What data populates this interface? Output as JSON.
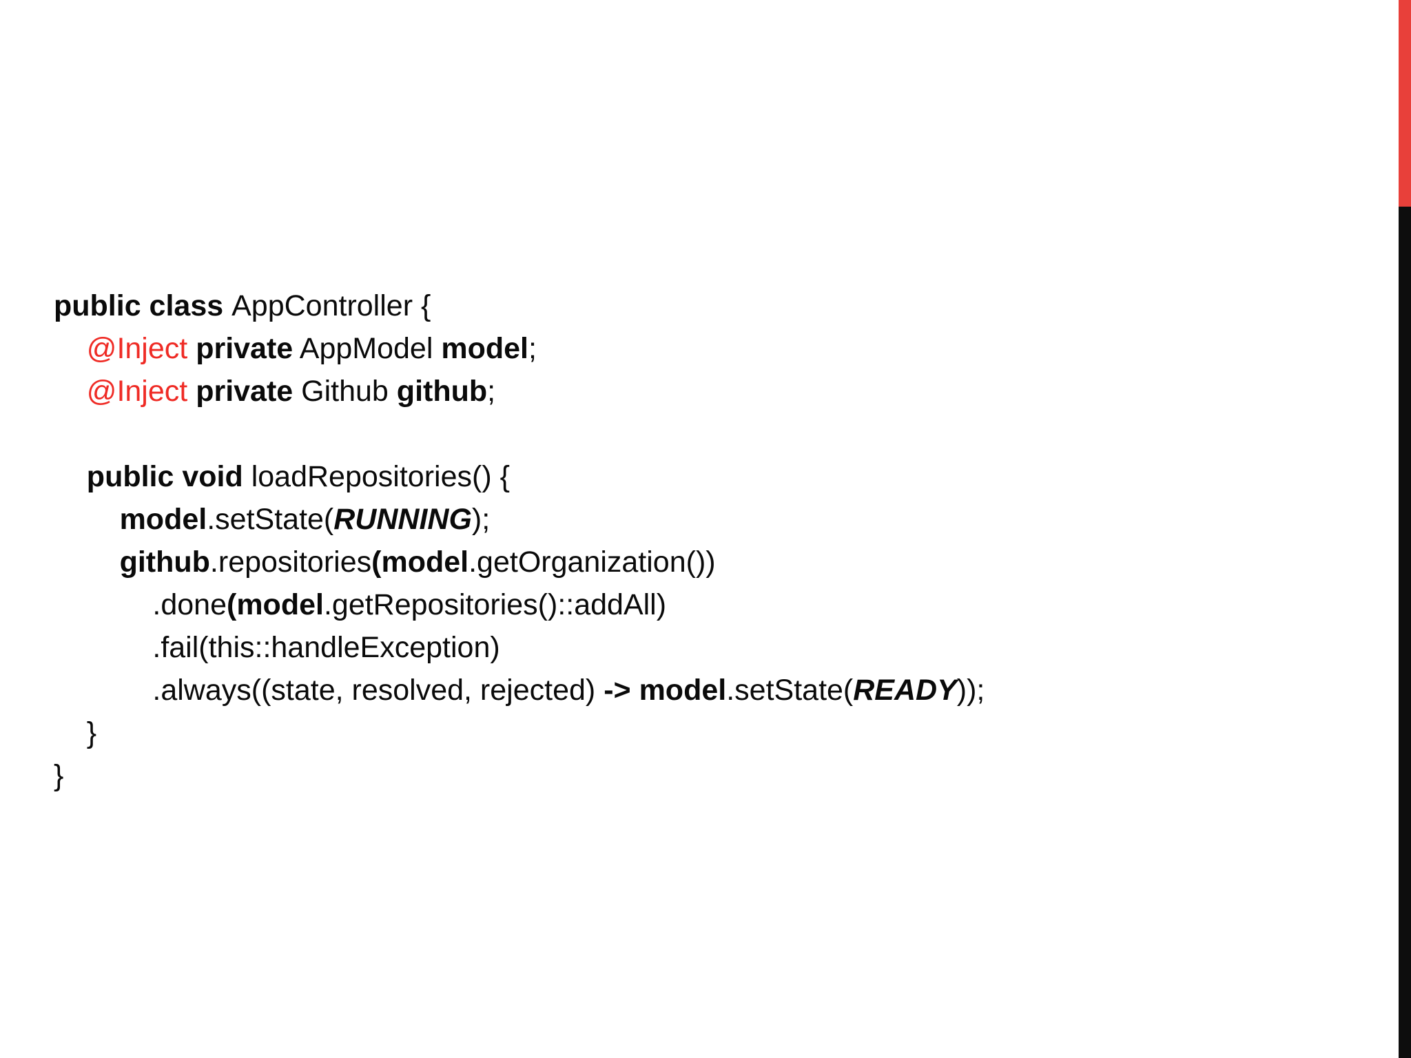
{
  "slide": {
    "background_color": "#ffffff",
    "decor": {
      "red_bar_color": "#e8403a",
      "black_bar_color": "#0d0d0d"
    }
  },
  "code": {
    "language": "java",
    "text_color": "#0a0a0a",
    "accent_color": "#ef2b25",
    "plain_text": "public class AppController {\n    @Inject private AppModel model;\n    @Inject private Github github;\n\n    public void loadRepositories() {\n        model.setState(RUNNING);\n        github.repositories(model.getOrganization())\n            .done(model.getRepositories()::addAll)\n            .fail(this::handleException)\n            .always((state, resolved, rejected) -> model.setState(READY));\n    }\n}",
    "lines": [
      {
        "indent": 0,
        "tokens": [
          {
            "t": "public class ",
            "s": "bold"
          },
          {
            "t": "AppController {",
            "s": "normal"
          }
        ]
      },
      {
        "indent": 1,
        "tokens": [
          {
            "t": "@Inject",
            "s": "red"
          },
          {
            "t": " ",
            "s": "normal"
          },
          {
            "t": "private",
            "s": "bold"
          },
          {
            "t": " AppModel ",
            "s": "normal"
          },
          {
            "t": "model",
            "s": "bold"
          },
          {
            "t": ";",
            "s": "normal"
          }
        ]
      },
      {
        "indent": 1,
        "tokens": [
          {
            "t": "@Inject",
            "s": "red"
          },
          {
            "t": " ",
            "s": "normal"
          },
          {
            "t": "private",
            "s": "bold"
          },
          {
            "t": " Github ",
            "s": "normal"
          },
          {
            "t": "github",
            "s": "bold"
          },
          {
            "t": ";",
            "s": "normal"
          }
        ]
      },
      {
        "indent": 0,
        "tokens": []
      },
      {
        "indent": 1,
        "tokens": [
          {
            "t": "public void ",
            "s": "bold"
          },
          {
            "t": "loadRepositories() {",
            "s": "normal"
          }
        ]
      },
      {
        "indent": 2,
        "tokens": [
          {
            "t": "model",
            "s": "bold"
          },
          {
            "t": ".setState(",
            "s": "normal"
          },
          {
            "t": "RUNNING",
            "s": "bolditalic"
          },
          {
            "t": ");",
            "s": "normal"
          }
        ]
      },
      {
        "indent": 2,
        "tokens": [
          {
            "t": "github",
            "s": "bold"
          },
          {
            "t": ".repositories",
            "s": "normal"
          },
          {
            "t": "(",
            "s": "bold"
          },
          {
            "t": "model",
            "s": "bold"
          },
          {
            "t": ".getOrganization())",
            "s": "normal"
          }
        ]
      },
      {
        "indent": 3,
        "tokens": [
          {
            "t": ".done",
            "s": "normal"
          },
          {
            "t": "(",
            "s": "bold"
          },
          {
            "t": "model",
            "s": "bold"
          },
          {
            "t": ".getRepositories()::addAll)",
            "s": "normal"
          }
        ]
      },
      {
        "indent": 3,
        "tokens": [
          {
            "t": ".fail(this::handleException)",
            "s": "normal"
          }
        ]
      },
      {
        "indent": 3,
        "tokens": [
          {
            "t": ".always((state, resolved, rejected) ",
            "s": "normal"
          },
          {
            "t": "->",
            "s": "bold"
          },
          {
            "t": " ",
            "s": "normal"
          },
          {
            "t": "model",
            "s": "bold"
          },
          {
            "t": ".setState(",
            "s": "normal"
          },
          {
            "t": "READY",
            "s": "bolditalic"
          },
          {
            "t": "));",
            "s": "normal"
          }
        ]
      },
      {
        "indent": 1,
        "tokens": [
          {
            "t": "}",
            "s": "normal"
          }
        ]
      },
      {
        "indent": 0,
        "tokens": [
          {
            "t": "}",
            "s": "normal"
          }
        ]
      }
    ]
  }
}
